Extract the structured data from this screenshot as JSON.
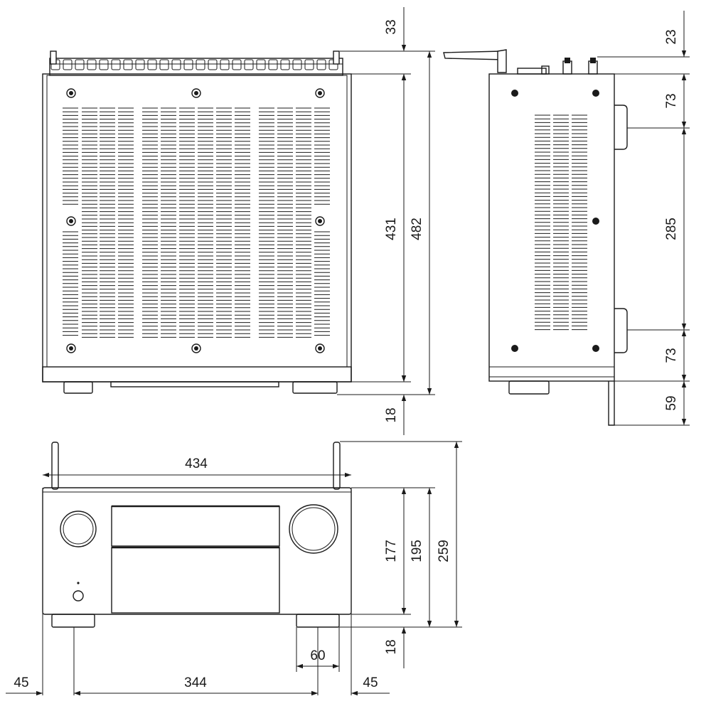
{
  "top_view": {
    "dim_top_overhang": "33",
    "dim_body_depth": "431",
    "dim_total_depth": "482",
    "dim_foot_height": "18"
  },
  "side_view": {
    "dim_top_offset": "23",
    "dim_upper_section": "73",
    "dim_middle_section": "285",
    "dim_lower_section": "73",
    "dim_bracket": "59"
  },
  "front_view": {
    "dim_width": "434",
    "dim_body_height": "177",
    "dim_height_with_feet": "195",
    "dim_height_with_antenna": "259",
    "dim_foot_height": "18",
    "dim_foot_width": "60",
    "dim_left_offset": "45",
    "dim_foot_spacing": "344",
    "dim_right_offset": "45"
  },
  "colors": {
    "line": "#1a1a1a",
    "background": "#ffffff"
  }
}
